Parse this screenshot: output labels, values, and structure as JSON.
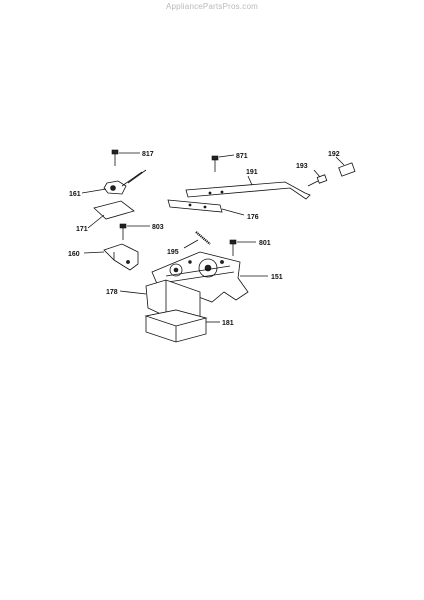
{
  "watermark": "AppliancePartsPros.com",
  "callouts": {
    "p817": "817",
    "p871": "871",
    "p192": "192",
    "p193": "193",
    "p191": "191",
    "p161": "161",
    "p171": "171",
    "p803": "803",
    "p176": "176",
    "p195": "195",
    "p801": "801",
    "p160": "160",
    "p151": "151",
    "p178": "178",
    "p181": "181"
  }
}
